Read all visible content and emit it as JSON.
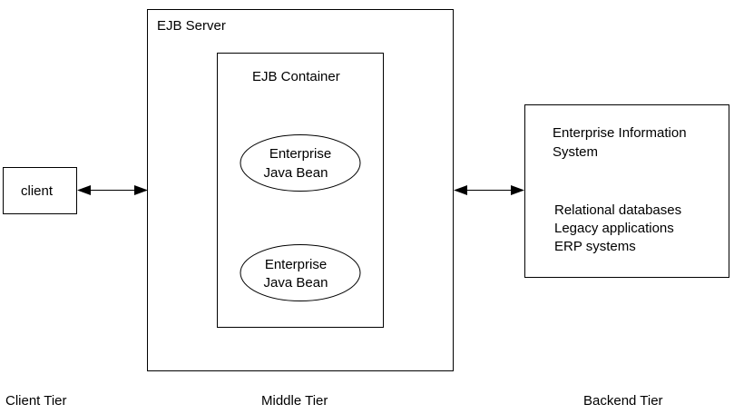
{
  "client": {
    "label": "client"
  },
  "ejb_server": {
    "label": "EJB Server"
  },
  "ejb_container": {
    "label": "EJB Container"
  },
  "beans": [
    {
      "line1": "Enterprise",
      "line2": "Java Bean"
    },
    {
      "line1": "Enterprise",
      "line2": "Java Bean"
    }
  ],
  "eis": {
    "title_line1": "Enterprise Information",
    "title_line2": "System",
    "items": [
      "Relational databases",
      "Legacy applications",
      "ERP systems"
    ]
  },
  "tiers": {
    "client": "Client Tier",
    "middle": "Middle Tier",
    "backend": "Backend Tier"
  }
}
